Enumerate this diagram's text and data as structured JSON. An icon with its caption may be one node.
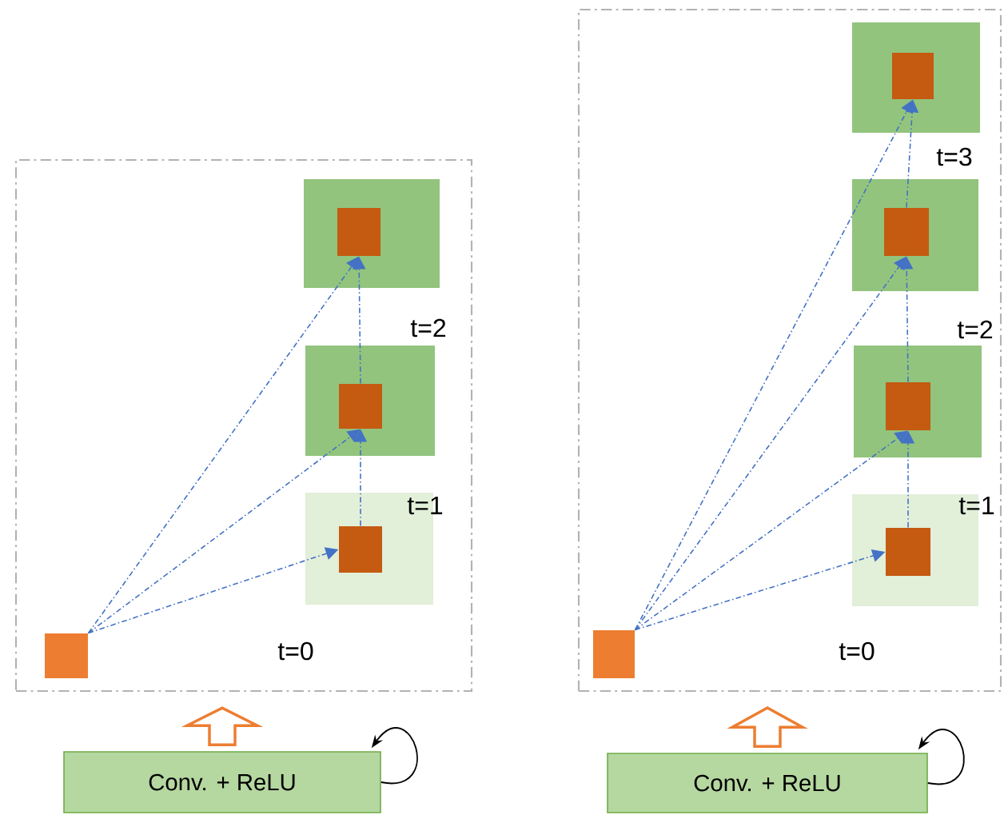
{
  "diagram": {
    "nodes": [
      {
        "text": [],
        "shape": "box"
      },
      {
        "text": [],
        "shape": "box",
        "in": 0
      },
      {
        "text": [],
        "shape": "box",
        "in": 1
      },
      {
        "text": [],
        "shape": "box",
        "in": 0
      },
      {
        "text": [],
        "shape": "box",
        "in": 3
      },
      {
        "text": [],
        "shape": "box",
        "in": 0
      },
      {
        "text": [],
        "shape": "box",
        "in": 5
      },
      {
        "text": [],
        "shape": "box",
        "in": 0
      },
      {
        "text": [
          "Conv. + ReLU"
        ]
      },
      {
        "text": [],
        "shape": "box"
      },
      {
        "text": [],
        "shape": "box",
        "in": 9
      },
      {
        "text": [],
        "shape": "box",
        "in": 10
      },
      {
        "text": [],
        "shape": "box",
        "in": 9
      },
      {
        "text": [],
        "shape": "box",
        "in": 12
      },
      {
        "text": [],
        "shape": "box",
        "in": 9
      },
      {
        "text": [],
        "shape": "box",
        "in": 14
      },
      {
        "text": [],
        "shape": "box",
        "in": 9
      },
      {
        "text": [],
        "shape": "box",
        "in": 16
      },
      {
        "text": [],
        "shape": "box",
        "in": 9
      },
      {
        "text": [
          "Conv. + ReLU"
        ]
      }
    ],
    "edges": [
      {
        "from": 7,
        "to": 6,
        "arrow": "to",
        "style": "dashed"
      },
      {
        "from": 7,
        "to": 4,
        "arrow": "to",
        "style": "dashed"
      },
      {
        "from": 7,
        "to": 2,
        "arrow": "to",
        "style": "dashed"
      },
      {
        "from": 6,
        "to": 4,
        "arrow": "to",
        "style": "dashed"
      },
      {
        "from": 4,
        "to": 2,
        "arrow": "to",
        "style": "dashed"
      },
      {
        "from": 8,
        "to": 0,
        "arrow": "to",
        "style": "thick",
        "color": "#ed7d31"
      },
      {
        "from": 8,
        "to": 8,
        "arrow": "to",
        "color": "#000000"
      },
      {
        "from": 18,
        "to": 17,
        "arrow": "to",
        "style": "dashed"
      },
      {
        "from": 18,
        "to": 15,
        "arrow": "to",
        "style": "dashed"
      },
      {
        "from": 18,
        "to": 13,
        "arrow": "to",
        "style": "dashed"
      },
      {
        "from": 18,
        "to": 11,
        "arrow": "to",
        "style": "dashed"
      },
      {
        "from": 17,
        "to": 15,
        "arrow": "to",
        "style": "dashed"
      },
      {
        "from": 15,
        "to": 13,
        "arrow": "to",
        "style": "dashed"
      },
      {
        "from": 13,
        "to": 11,
        "arrow": "to",
        "style": "dashed"
      },
      {
        "from": 19,
        "to": 9,
        "arrow": "to",
        "style": "thick",
        "color": "#ed7d31"
      },
      {
        "from": 19,
        "to": 19,
        "arrow": "to",
        "color": "#000000"
      }
    ],
    "labels": [
      "t=2",
      "t=1",
      "t=0",
      "t=3",
      "t=2",
      "t=1",
      "t=0"
    ]
  }
}
